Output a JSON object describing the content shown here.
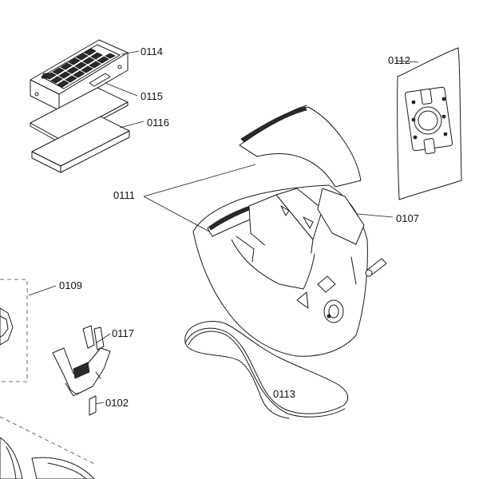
{
  "parts": {
    "p0114": "0114",
    "p0115": "0115",
    "p0116": "0116",
    "p0112": "0112",
    "p0111": "0111",
    "p0107": "0107",
    "p0109": "0109",
    "p0117": "0117",
    "p0113": "0113",
    "p0102": "0102"
  }
}
